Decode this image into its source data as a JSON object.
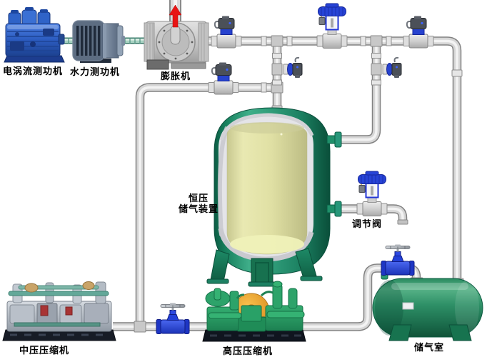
{
  "diagram": {
    "kind": "industrial-process-flow-diagram",
    "background": "#ffffff"
  },
  "components": {
    "eddy_current_dynamometer": {
      "label": "电涡流测功机"
    },
    "hydraulic_dynamometer": {
      "label": "水力测功机"
    },
    "expander": {
      "label": "膨胀机"
    },
    "constant_pressure_gas_storage": {
      "label_line1": "恒压",
      "label_line2": "储气装置"
    },
    "control_valve": {
      "label": "调节阀"
    },
    "gas_storage_chamber": {
      "label": "储气室"
    },
    "medium_pressure_compressor": {
      "label": "中压压缩机"
    },
    "high_pressure_compressor": {
      "label": "高压压缩机"
    }
  },
  "flow_arrow": {
    "direction": "up",
    "color": "#e81414"
  },
  "equipment_icons": [
    "pneumatic-ball-valve-icon",
    "diaphragm-control-valve-icon",
    "handwheel-globe-valve-icon",
    "side-mounted-valve-icon",
    "pipe-elbow",
    "pipe-tee"
  ],
  "colors": {
    "pipe_body": "#d6d6d6",
    "pipe_outline": "#828282",
    "valve_blue": "#2743cf",
    "actuator_gray": "#4b5058",
    "globe_valve_blue": "#1e36c4",
    "tank_green": "#2f9c79",
    "inner_cylinder_yellow": "#e0e0a4",
    "storage_tank_green": "#2e9067",
    "dynamometer_blue": "#2c5cc0",
    "hydraulic_dyno_slate": "#5d6d82",
    "expander_gray": "#c0c0c0",
    "hp_compressor_green": "#29a167",
    "flywheel_orange": "#f0a428",
    "mp_compressor_silver": "#b9c0c9",
    "shaft_teal": "#a8d2c2",
    "arrow_red": "#e81414",
    "label_text": "#000000"
  }
}
